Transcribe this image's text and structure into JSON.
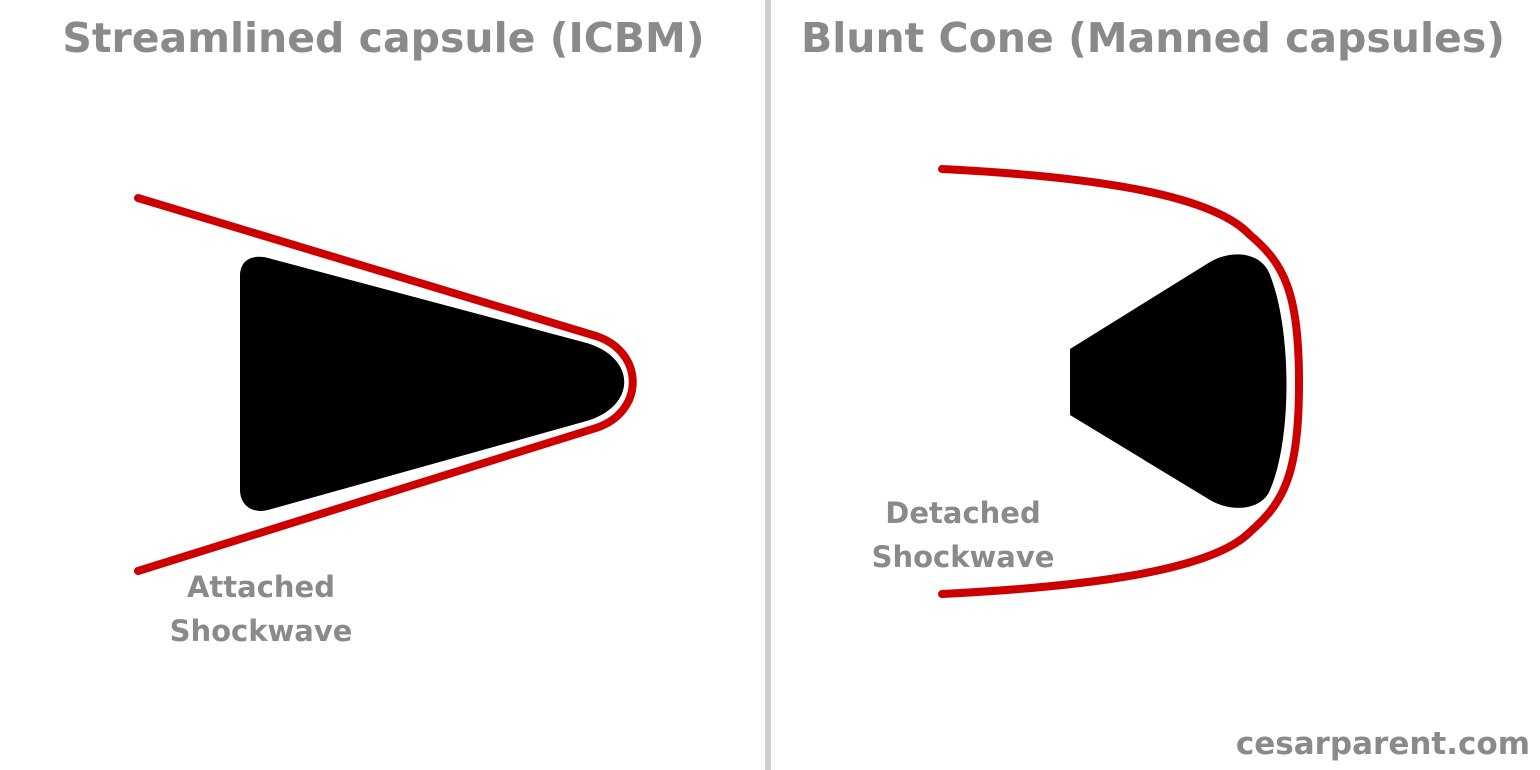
{
  "left_panel": {
    "title": "Streamlined capsule (ICBM)",
    "label_line1": "Attached",
    "label_line2": "Shockwave"
  },
  "right_panel": {
    "title": "Blunt Cone (Manned capsules)",
    "label_line1": "Detached",
    "label_line2": "Shockwave"
  },
  "watermark": "cesarparent.com",
  "colors": {
    "shockwave": "#cc0000",
    "capsule": "#000000",
    "text": "#8a8a8a",
    "divider": "#cfcfcf"
  }
}
